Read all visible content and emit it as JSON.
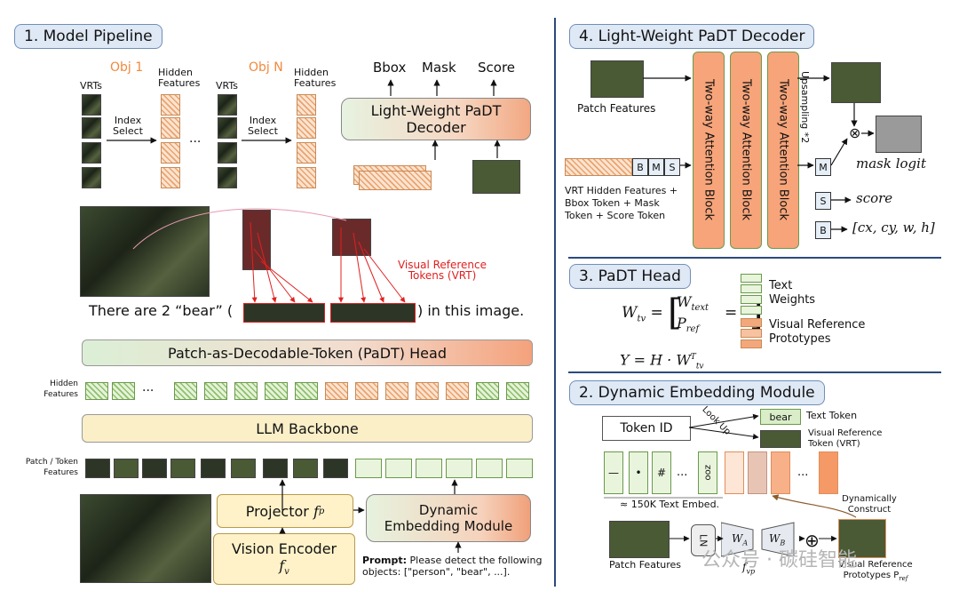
{
  "s1": {
    "title": "1. Model Pipeline",
    "obj1": "Obj 1",
    "objN": "Obj N",
    "vrts": "VRTs",
    "hidden_features": "Hidden Features",
    "index_select": "Index Select",
    "ellipsis": "...",
    "out_bbox": "Bbox",
    "out_mask": "Mask",
    "out_score": "Score",
    "decoder": "Light-Weight PaDT Decoder",
    "vrt_label": "Visual Reference Tokens (VRT)",
    "sentence_pre": "There are 2 “bear” (",
    "sentence_post": ") in this image.",
    "head": "Patch-as-Decodable-Token (PaDT) Head",
    "hidden_features_small": "Hidden Features",
    "llm": "LLM Backbone",
    "patch_token_features": "Patch / Token Features",
    "projector": "Projector",
    "projector_sym": "f",
    "projector_sub": "p",
    "vision_encoder": "Vision Encoder",
    "vision_sym": "f",
    "vision_sub": "v",
    "dyn_module": "Dynamic Embedding Module",
    "prompt_bold": "Prompt:",
    "prompt_text": "Please detect the following objects: [\"person\", \"bear\", ...]."
  },
  "s4": {
    "title": "4. Light-Weight PaDT Decoder",
    "patch_features": "Patch Features",
    "attn_block": "Two-way Attention Block",
    "upsampling": "Upsampling *2",
    "tok_b": "B",
    "tok_m": "M",
    "tok_s": "S",
    "inputs": "VRT Hidden Features + Bbox Token + Mask Token + Score Token",
    "mask_logit": "mask logit",
    "score": "score",
    "bbox_out": "[cx, cy, w, h]"
  },
  "s3": {
    "title": "3. PaDT Head",
    "wtv": "W",
    "wtv_sub": "tv",
    "mat_top": "W",
    "mat_top_sub": "text",
    "mat_bot": "P",
    "mat_bot_sub": "ref",
    "legend_text": "Text Weights",
    "legend_vis": "Visual Reference Prototypes",
    "eq2": "Y = H · W",
    "eq2_sup": "T",
    "eq2_sub": "tv"
  },
  "s2": {
    "title": "2. Dynamic Embedding Module",
    "token_id": "Token ID",
    "look_up": "Look Up",
    "bear": "bear",
    "text_token": "Text Token",
    "vrt_token": "Visual Reference Token (VRT)",
    "embeds": [
      "—",
      "•",
      "#",
      "...",
      "zoo"
    ],
    "text_embed": "≈ 150K Text Embed.",
    "dyn_construct": "Dynamically Construct",
    "patch_features": "Patch Features",
    "ln": "LN",
    "wa": "W",
    "wa_sub": "A",
    "wb": "W",
    "wb_sub": "B",
    "fvp": "f",
    "fvp_sub": "vp",
    "vrp": "Visual Reference Prototypes P",
    "vrp_sub": "ref"
  },
  "watermark": "公众号 · 碳硅智能",
  "colors": {
    "accent_blue": "#2b4a7a",
    "orange": "#f08a3c",
    "red": "#e02020",
    "green": "#6a9a4a"
  }
}
